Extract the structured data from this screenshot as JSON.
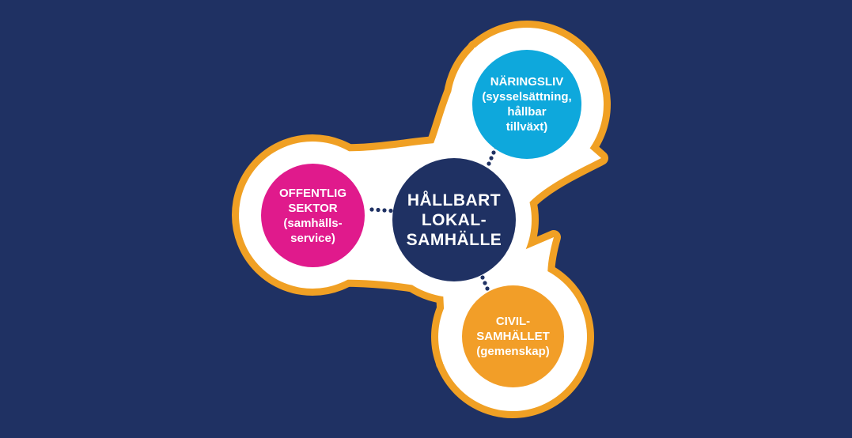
{
  "diagram": {
    "background_color": "#1f3163",
    "outline_color": "#f0a024",
    "blob_fill": "#ffffff",
    "connector_color": "#1f3163",
    "center": {
      "lines": [
        "HÅLLBART",
        "LOKAL-",
        "SAMHÄLLE"
      ],
      "color": "#1f3163"
    },
    "nodes": [
      {
        "key": "offentlig",
        "lines": [
          "OFFENTLIG",
          "SEKTOR",
          "(samhälls-",
          "service)"
        ],
        "color": "#e01a8c"
      },
      {
        "key": "naringsliv",
        "lines": [
          "NÄRINGSLIV",
          "(sysselsättning,",
          "hållbar",
          "tillväxt)"
        ],
        "color": "#0ea8dc"
      },
      {
        "key": "civil",
        "lines": [
          "CIVIL-",
          "SAMHÄLLET",
          "(gemenskap)"
        ],
        "color": "#f29e28"
      }
    ]
  }
}
